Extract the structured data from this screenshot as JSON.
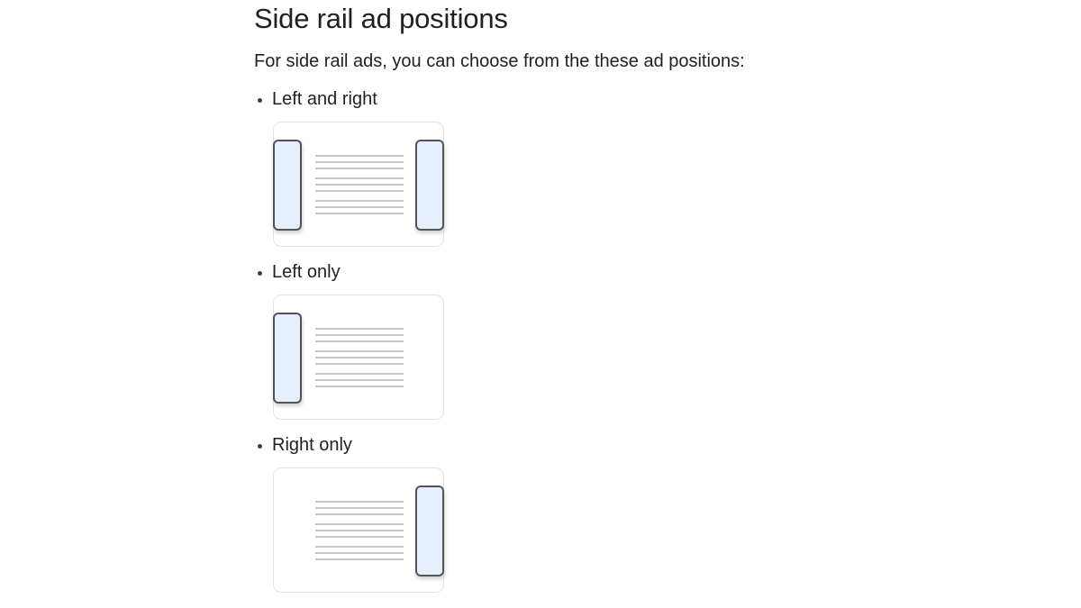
{
  "page": {
    "title": "Side rail ad positions",
    "intro": "For side rail ads, you can choose from the these ad positions:"
  },
  "positions": [
    {
      "label": "Left and right",
      "rails": [
        "left",
        "right"
      ]
    },
    {
      "label": "Left only",
      "rails": [
        "left"
      ]
    },
    {
      "label": "Right only",
      "rails": [
        "right"
      ]
    }
  ],
  "colors": {
    "rail_fill": "#e6effd",
    "rail_border": "#505357",
    "text_line": "#c6c6c6",
    "card_border": "#e3e3e3"
  }
}
